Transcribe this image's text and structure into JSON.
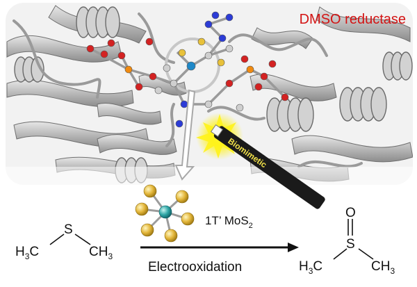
{
  "figure": {
    "enzyme_label": "DMSO reductase",
    "pen_label": "Biomimetic",
    "catalyst_label_prefix": "1T’ MoS",
    "catalyst_label_sub": "2",
    "arrow_label": "Electrooxidation",
    "reactant": {
      "left_prefix": "H",
      "left_sub": "3",
      "left_suffix": "C",
      "hetero": "S",
      "right_prefix": "CH",
      "right_sub": "3"
    },
    "product": {
      "left_prefix": "H",
      "left_sub": "3",
      "left_suffix": "C",
      "hetero": "S",
      "oxygen": "O",
      "right_prefix": "CH",
      "right_sub": "3"
    }
  },
  "colors": {
    "enzyme_label": "#d31313",
    "protein": "#bcbcbc",
    "mo_center": "#1e88c8",
    "mos2_center": "#2e9ea2",
    "sulfur": "#e8c13a",
    "phosphorus": "#f08a10",
    "oxygen": "#d32222",
    "nitrogen": "#2c3cd6",
    "glow": "#fff21a"
  }
}
